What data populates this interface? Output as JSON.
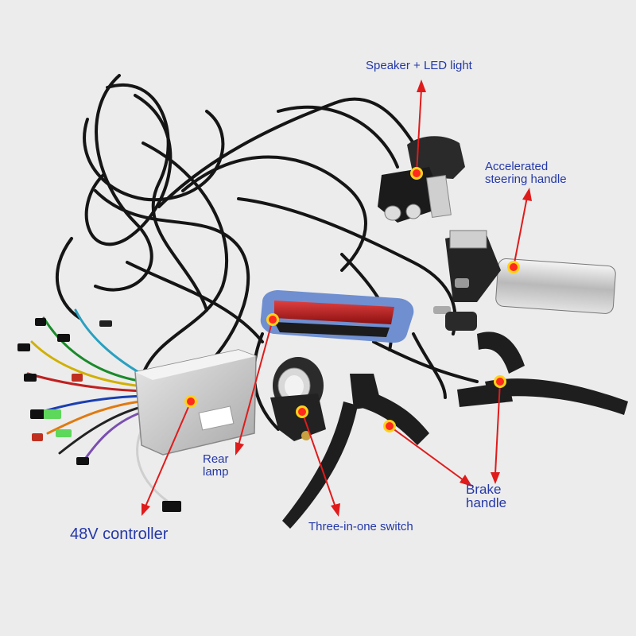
{
  "labels": {
    "speaker_led": "Speaker + LED light",
    "accelerated_line1": "Accelerated",
    "accelerated_line2": "steering handle",
    "rear_line1": "Rear",
    "rear_line2": "lamp",
    "brake_line1": "Brake",
    "brake_line2": "handle",
    "three_in_one": "Three-in-one switch",
    "controller": "48V controller"
  },
  "colors": {
    "label_text": "#2438a8",
    "arrow": "#e01b1b",
    "marker_fill": "#ff2a1f",
    "marker_ring": "#ffd21a",
    "background": "#ececec"
  }
}
